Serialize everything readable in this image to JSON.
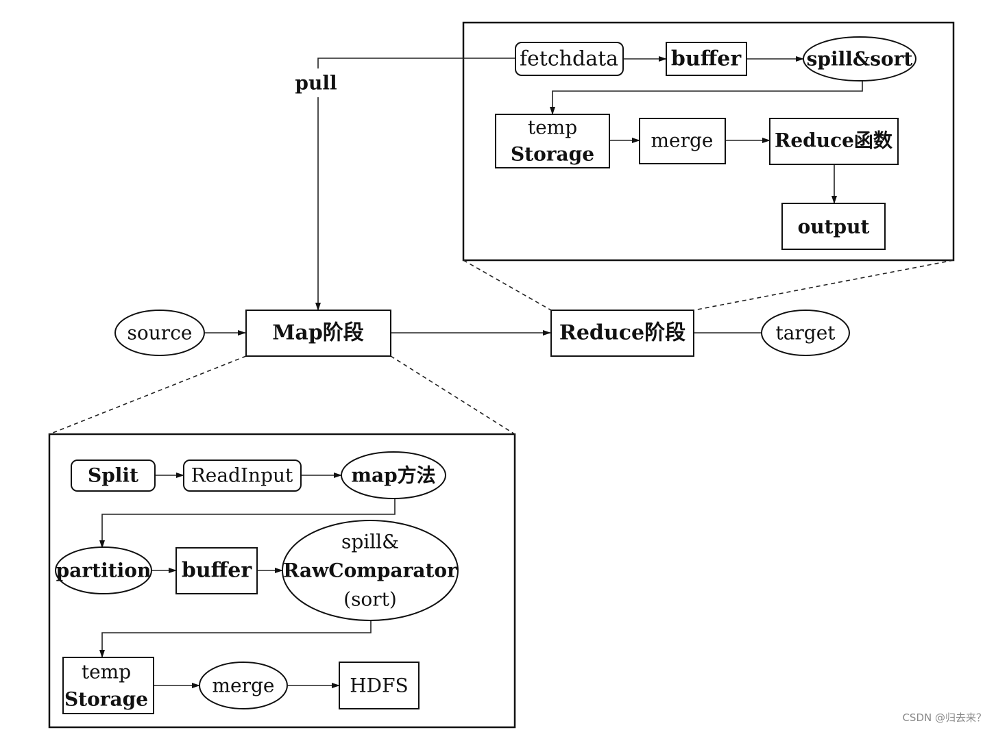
{
  "diagram": {
    "nodes": {
      "fetchdata": "fetchdata",
      "reduce_buffer": "buffer",
      "spill_sort": "spill&sort",
      "reduce_temp_line1": "temp",
      "reduce_temp_line2": "Storage",
      "reduce_merge": "merge",
      "reduce_function": "Reduce函数",
      "output": "output",
      "source": "source",
      "map_stage": "Map阶段",
      "reduce_stage": "Reduce阶段",
      "target": "target",
      "split": "Split",
      "read_input": "ReadInput",
      "map_method": "map方法",
      "partition": "partition",
      "map_buffer": "buffer",
      "spill_line1": "spill&",
      "spill_line2": "RawComparator",
      "spill_line3": "(sort)",
      "map_temp_line1": "temp",
      "map_temp_line2": "Storage",
      "map_merge": "merge",
      "hdfs": "HDFS"
    },
    "edge_labels": {
      "pull": "pull"
    }
  },
  "watermark": "CSDN @归去来？"
}
